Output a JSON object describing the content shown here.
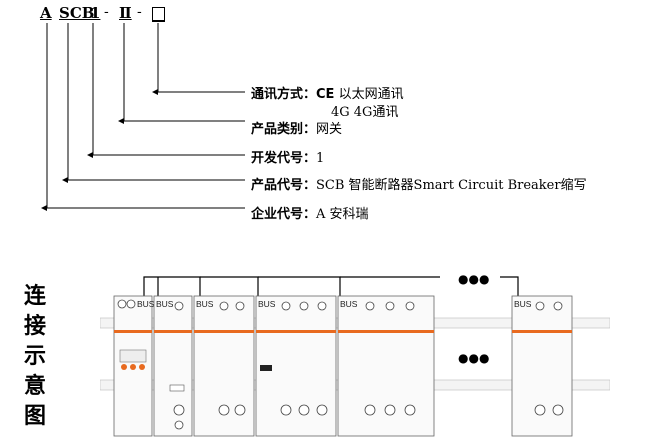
{
  "code": {
    "a": "A",
    "scb": "SCB",
    "one": "1",
    "ii": "Ⅱ",
    "dash": "-"
  },
  "fields": {
    "comm": {
      "label": "通讯方式：",
      "code": "CE",
      "value": "以太网通讯",
      "line2": "4G 4G通讯"
    },
    "category": {
      "label": "产品类别：",
      "value": "网关"
    },
    "switch": {
      "label": "开发代号：",
      "value": "1"
    },
    "product": {
      "label": "产品代号：",
      "value": "SCB  智能断路器Smart Circuit Breaker缩写"
    },
    "company": {
      "label": "企业代号：",
      "value": "A    安科瑞"
    }
  },
  "connection": {
    "title_chars": [
      "连",
      "接",
      "示",
      "意",
      "图"
    ],
    "bus_label": "BUS",
    "ellipsis": "●●●",
    "colors": {
      "accent": "#e86a1f",
      "frame": "#555555",
      "line": "#000000"
    }
  }
}
